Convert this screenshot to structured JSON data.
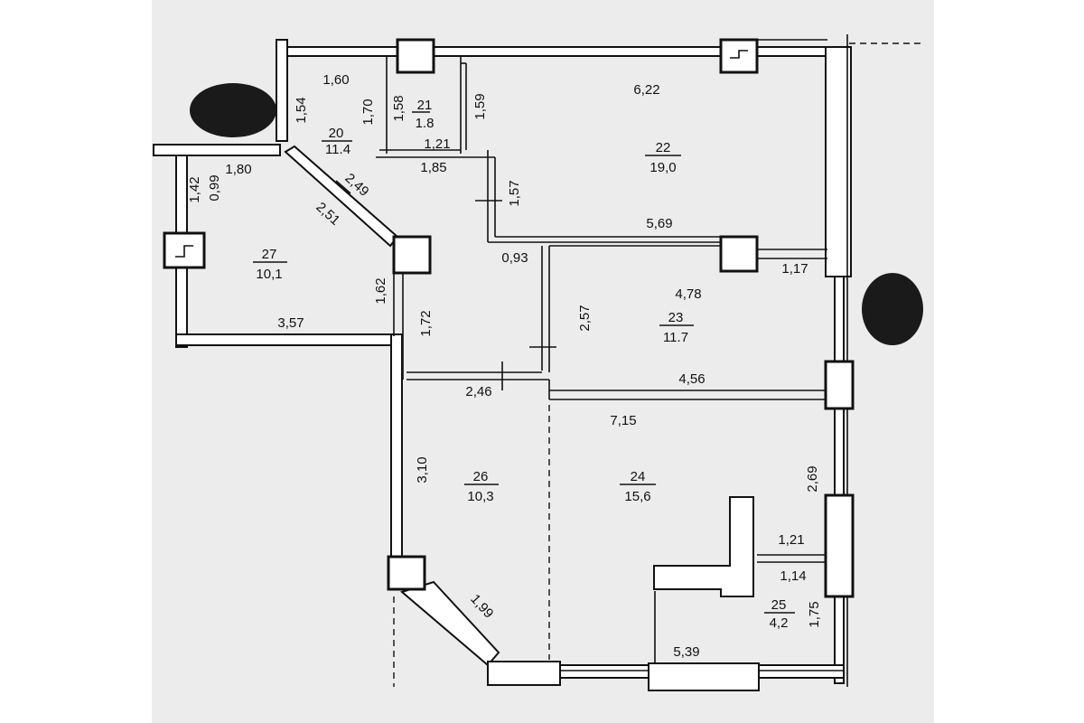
{
  "rooms": [
    {
      "number": "20",
      "area": "11.4"
    },
    {
      "number": "21",
      "area": "1.8"
    },
    {
      "number": "22",
      "area": "19,0"
    },
    {
      "number": "23",
      "area": "11.7"
    },
    {
      "number": "24",
      "area": "15,6"
    },
    {
      "number": "25",
      "area": "4,2"
    },
    {
      "number": "26",
      "area": "10,3"
    },
    {
      "number": "27",
      "area": "10,1"
    }
  ],
  "dimensions": {
    "d_1_60": "1,60",
    "d_1_54": "1,54",
    "d_1_70": "1,70",
    "d_1_58": "1,58",
    "d_1_59": "1,59",
    "d_6_22": "6,22",
    "d_1_21a": "1,21",
    "d_1_85": "1,85",
    "d_1_57": "1,57",
    "d_0_99": "0,99",
    "d_1_80": "1,80",
    "d_1_42": "1,42",
    "d_2_49": "2,49",
    "d_2_51": "2,51",
    "d_5_69": "5,69",
    "d_0_93": "0,93",
    "d_1_17": "1,17",
    "d_4_78": "4,78",
    "d_1_62": "1,62",
    "d_1_72": "1,72",
    "d_2_57": "2,57",
    "d_3_57": "3,57",
    "d_4_56": "4,56",
    "d_2_46": "2,46",
    "d_7_15": "7,15",
    "d_3_10": "3,10",
    "d_2_69": "2,69",
    "d_1_21b": "1,21",
    "d_1_14": "1,14",
    "d_1_75": "1,75",
    "d_1_99": "1,99",
    "d_5_39": "5,39"
  }
}
